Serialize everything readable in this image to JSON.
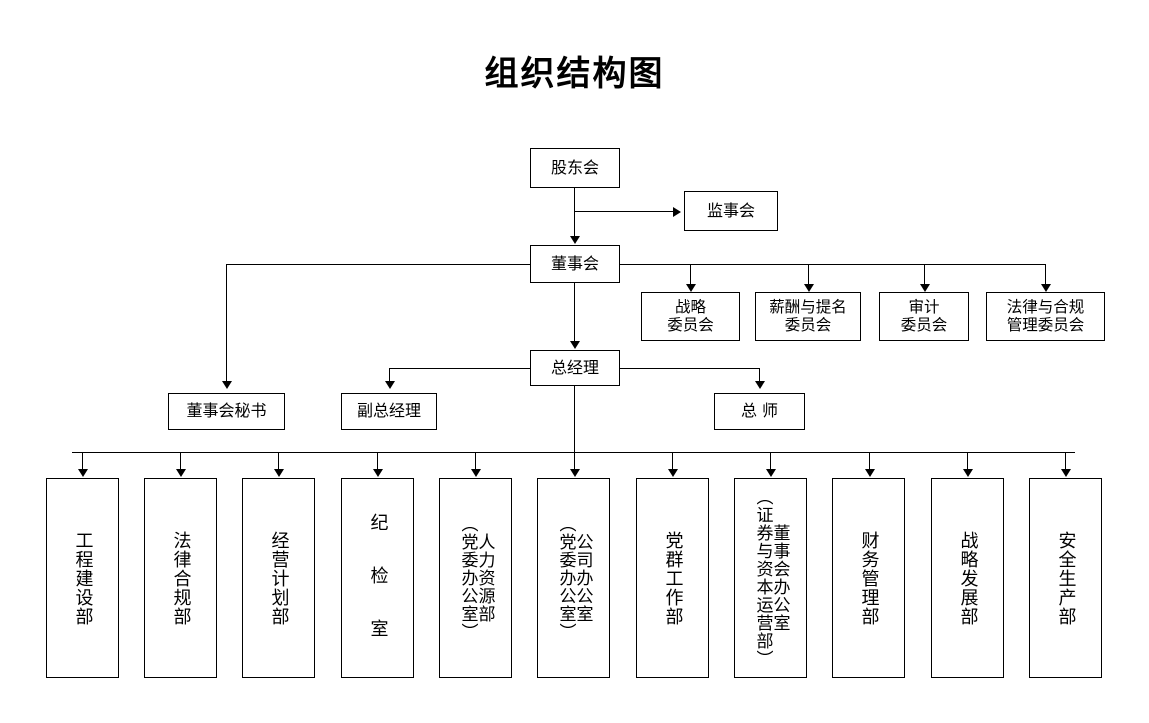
{
  "chart_title": "组织结构图",
  "top": {
    "shareholders": "股东会",
    "supervisory_board": "监事会",
    "board_of_directors": "董事会",
    "general_manager": "总经理"
  },
  "committees": [
    {
      "line1": "战略",
      "line2": "委员会"
    },
    {
      "line1": "薪酬与提名",
      "line2": "委员会"
    },
    {
      "line1": "审计",
      "line2": "委员会"
    },
    {
      "line1": "法律与合规",
      "line2": "管理委员会"
    }
  ],
  "executives": [
    {
      "label": "董事会秘书"
    },
    {
      "label": "副总经理"
    },
    {
      "label": "总 师"
    }
  ],
  "departments": [
    {
      "line1": "工程建设部",
      "line2": ""
    },
    {
      "line1": "法律合规部",
      "line2": ""
    },
    {
      "line1": "经营计划部",
      "line2": ""
    },
    {
      "line1": "纪 检 室",
      "line2": ""
    },
    {
      "line1": "人力资源部",
      "line2": "（党委办公室）"
    },
    {
      "line1": "公司办公室",
      "line2": "（党委办公室）"
    },
    {
      "line1": "党群工作部",
      "line2": ""
    },
    {
      "line1": "董事会办公室",
      "line2": "（证券与资本运营部）"
    },
    {
      "line1": "财务管理部",
      "line2": ""
    },
    {
      "line1": "战略发展部",
      "line2": ""
    },
    {
      "line1": "安全生产部",
      "line2": ""
    }
  ],
  "colors": {
    "line": "#000000",
    "box_border": "#000000",
    "background": "#ffffff",
    "text": "#000000"
  }
}
